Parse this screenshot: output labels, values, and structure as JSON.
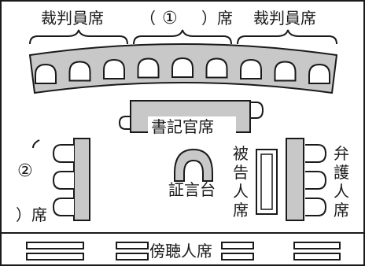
{
  "labels": {
    "judges_left": "裁判員席",
    "blank_top_open": "（",
    "blank_top_num": "①",
    "blank_top_close": "）席",
    "judges_right": "裁判員席",
    "clerk": "書記官席",
    "witness": "証言台",
    "defendant": [
      "被",
      "告",
      "人",
      "席"
    ],
    "blank_left_open": "（",
    "blank_left_num": "②",
    "blank_left_close": "）席",
    "defense": [
      "弁",
      "護",
      "人",
      "席"
    ],
    "gallery": "傍聴人席"
  },
  "colors": {
    "line": "#1a1a1a",
    "desk_fill": "#c8c8c8",
    "background": "#ffffff"
  },
  "counts": {
    "bench_chairs": 9,
    "side_chairs": 3
  }
}
